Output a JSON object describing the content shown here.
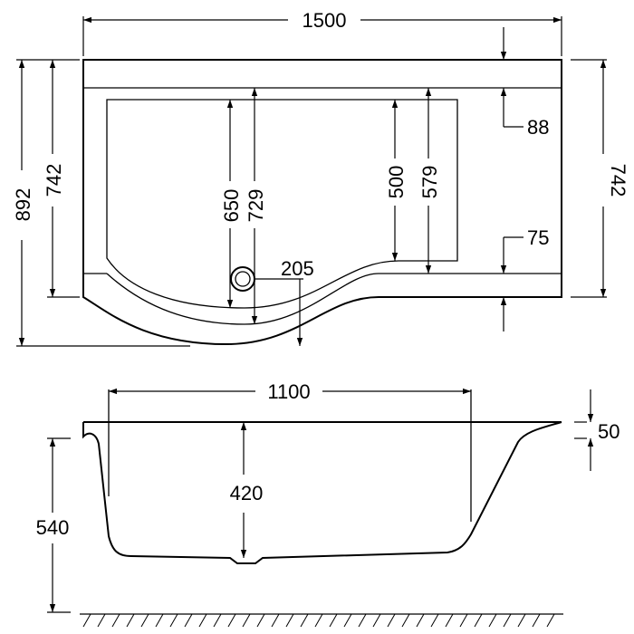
{
  "plan_view": {
    "overall_width": "1500",
    "overall_depth": "892",
    "left_depth": "742",
    "right_depth": "742",
    "rim_front": "88",
    "rim_side": "75",
    "inner_depth_left": "650",
    "inner_depth_center": "729",
    "inner_depth_right": "500",
    "inner_depth_right_outer": "579",
    "waste_offset": "205"
  },
  "side_view": {
    "interior_length": "1100",
    "rim_thickness": "50",
    "height": "540",
    "interior_depth": "420"
  }
}
